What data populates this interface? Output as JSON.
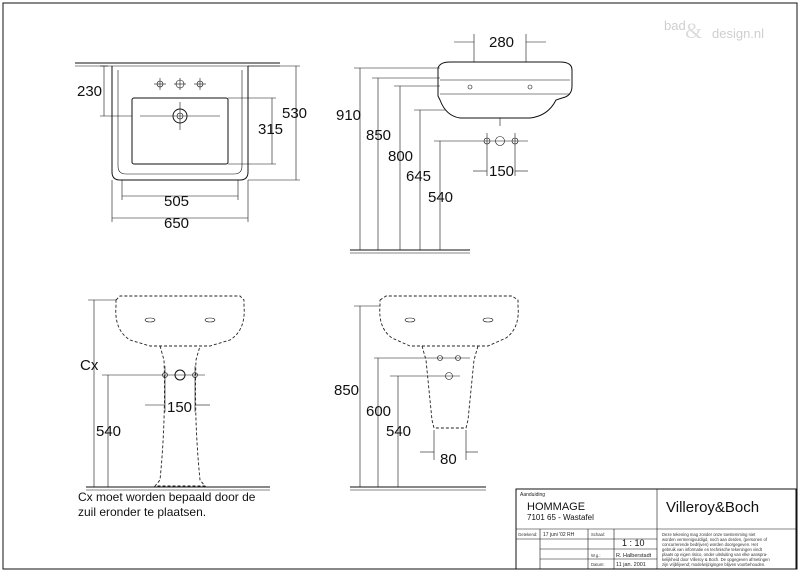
{
  "watermark": {
    "part1": "bad",
    "ampersand": "&",
    "part2": "design.nl"
  },
  "top_front": {
    "dim_230": "230",
    "dim_530": "530",
    "dim_315": "315",
    "dim_505": "505",
    "dim_650": "650"
  },
  "top_side": {
    "dim_280": "280",
    "dim_910": "910",
    "dim_850": "850",
    "dim_800": "800",
    "dim_645": "645",
    "dim_540": "540",
    "dim_150": "150"
  },
  "bottom_front": {
    "dim_cx": "Cx",
    "dim_540": "540",
    "dim_150": "150",
    "note_line1": "Cx moet worden bepaald door de",
    "note_line2": "zuil eronder te plaatsen."
  },
  "bottom_side": {
    "dim_850": "850",
    "dim_600": "600",
    "dim_540": "540",
    "dim_80": "80"
  },
  "title_block": {
    "aanduiding_label": "Aanduiding",
    "product_name": "HOMMAGE",
    "product_code": "7101 65 - Wastafel",
    "brand": "Villeroy&Boch",
    "getekend_label": "Getekend:",
    "getekend_value": "17 juni '02 RH",
    "schaal_label": "Schaal:",
    "schaal_value": "1 : 10",
    "wg_label": "W.g.:",
    "wg_value": "R. Halberstadt",
    "datum_label": "Datum:",
    "datum_value": "11 jan. 2001",
    "disclaimer_lines": [
      "Deze tekening mag zonder onze toestemming niet",
      "worden vermenigvuldigd, noch aan derden, (personen of",
      "concurrerende bedrijven) worden doorgegeven. Het",
      "gebruik van informatie en technische tekeningen  vindt",
      "plaats op eigen risico, onder uitsluiting van elke aanspra-",
      "kelijkheid door Villeroy & Boch. De opgegeven afmetingen",
      "zijn vrijblijvend; modelwijzigingen blijven voorbehouden."
    ]
  }
}
